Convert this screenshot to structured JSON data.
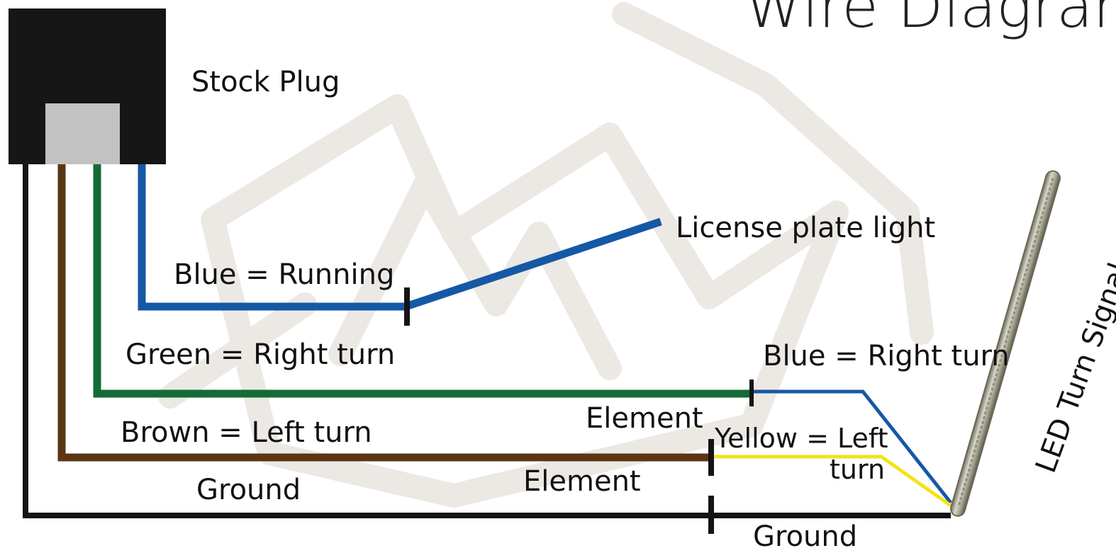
{
  "title": "Wire Diagram",
  "labels": {
    "stock_plug": "Stock Plug",
    "license_plate_light": "License plate light",
    "blue_running": "Blue = Running",
    "green_right_turn": "Green = Right turn",
    "brown_left_turn": "Brown = Left turn",
    "ground_left": "Ground",
    "blue_right_turn": "Blue = Right turn",
    "element_upper": "Element",
    "element_lower": "Element",
    "yellow_left_line1": "Yellow = Left",
    "yellow_left_line2": "turn",
    "ground_bottom": "Ground",
    "led_turn_signal": "LED Turn Signal"
  },
  "colors": {
    "plug": "#161616",
    "plug_insert": "#c2c2c2",
    "blue_wire": "#1558a6",
    "green_wire": "#136b36",
    "brown_wire": "#5a3614",
    "ground_wire": "#141414",
    "yellow_wire": "#f2e31b",
    "watermark": "#ece9e4"
  }
}
